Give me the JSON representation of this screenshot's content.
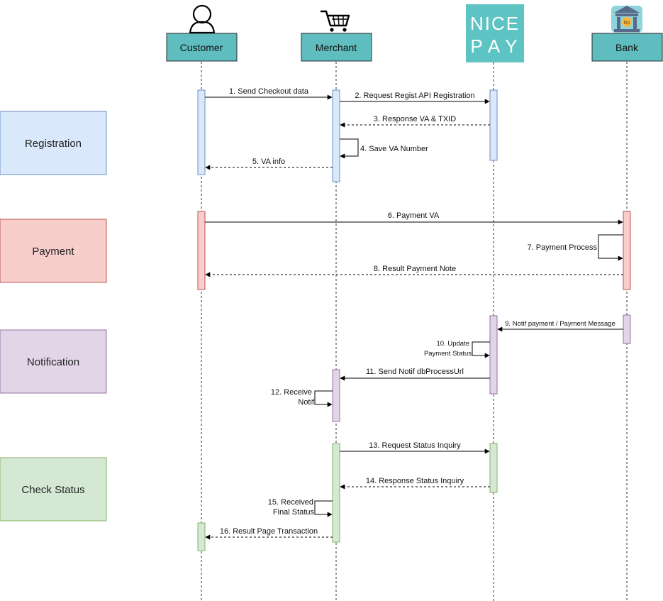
{
  "actors": {
    "customer": "Customer",
    "merchant": "Merchant",
    "nicepay_line1": "NICE",
    "nicepay_line2": "PAY",
    "bank": "Bank",
    "bank_icon_text": "Rp"
  },
  "phases": {
    "registration": "Registration",
    "payment": "Payment",
    "notification": "Notification",
    "check_status": "Check Status"
  },
  "messages": {
    "m1": "1. Send Checkout data",
    "m2": "2. Request Regist API Registration",
    "m3": "3. Response VA & TXID",
    "m4": "4. Save VA Number",
    "m5": "5. VA info",
    "m6": "6. Payment VA",
    "m7": "7. Payment Process",
    "m8": "8. Result Payment Note",
    "m9": "9. Notif payment / Payment Message",
    "m10_line1": "10. Update",
    "m10_line2": "Payment Status",
    "m11": "11. Send Notif dbProcessUrl",
    "m12_line1": "12. Receive",
    "m12_line2": "Notif",
    "m13": "13. Request Status Inquiry",
    "m14": "14. Response Status Inquiry",
    "m15_line1": "15. Received",
    "m15_line2": "Final Status",
    "m16": "16. Result Page Transaction"
  },
  "colors": {
    "actor_fill": "#5fbcbf",
    "actor_stroke": "#2b2b2b",
    "nicepay_fill": "#5ec3c3",
    "registration_fill": "#dae8fc",
    "registration_stroke": "#6c8ebf",
    "payment_fill": "#f8cecc",
    "payment_stroke": "#b85450",
    "notification_fill": "#e1d5e7",
    "notification_stroke": "#9673a6",
    "check_fill": "#d5e8d4",
    "check_stroke": "#82b366"
  },
  "icons": {
    "customer": "person-icon",
    "merchant": "shopping-cart-icon",
    "bank": "bank-building-icon"
  }
}
